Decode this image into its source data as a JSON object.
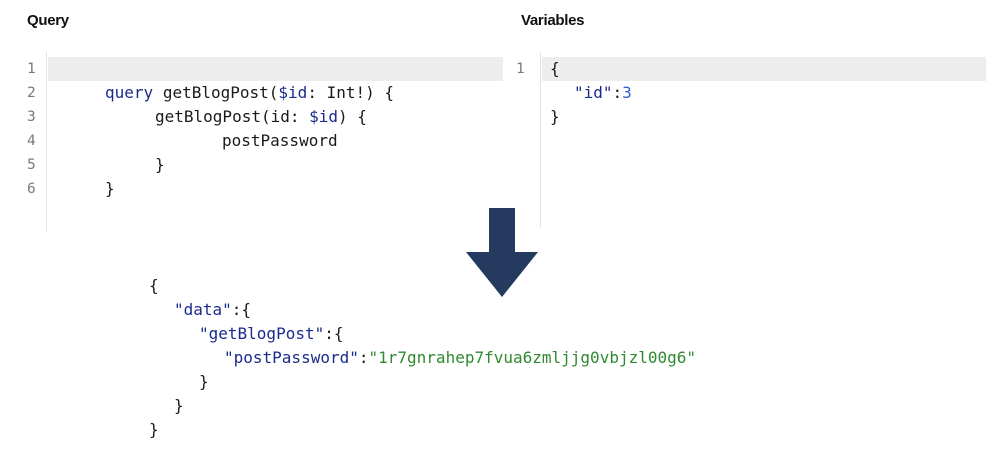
{
  "query_pane": {
    "title": "Query",
    "line_numbers": [
      "1",
      "2",
      "3",
      "4",
      "5",
      "6"
    ],
    "lines": {
      "l2_kw": "query",
      "l2_name": "getBlogPost(",
      "l2_var": "$id",
      "l2_rest": ": Int!) {",
      "l3_name": "getBlogPost(id: ",
      "l3_var": "$id",
      "l3_rest": ") {",
      "l4_field": "postPassword",
      "l5": "}",
      "l6": "}"
    }
  },
  "variables_pane": {
    "title": "Variables",
    "line_numbers": [
      "1"
    ],
    "lines": {
      "open": "{",
      "key": "\"id\"",
      "colon": ":",
      "value": "3",
      "close": "}"
    }
  },
  "arrow": {
    "icon": "down-arrow-icon",
    "color": "#243a5e"
  },
  "response": {
    "open": "{",
    "data_key": "\"data\"",
    "data_sep": ":{",
    "post_key": "\"getBlogPost\"",
    "post_sep": ":{",
    "pw_key": "\"postPassword\"",
    "pw_sep": ":",
    "pw_value": "\"1r7gnrahep7fvua6zmljjg0vbjzl00g6\"",
    "close1": "}",
    "close2": "}",
    "close3": "}"
  }
}
